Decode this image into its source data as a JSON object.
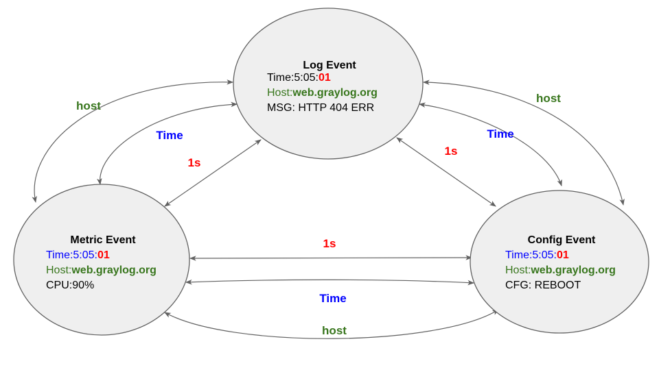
{
  "diagram": {
    "title_hint": "event-correlation-diagram",
    "colors": {
      "background": "#ffffff",
      "node_fill": "#efefef",
      "node_stroke": "#616161",
      "edge": "#616161",
      "host_green": "#38761d",
      "time_blue": "#0000ff",
      "alert_red": "#ff0000",
      "text_black": "#000000"
    },
    "nodes": [
      {
        "id": "log-event",
        "title": "Log Event",
        "time_prefix": "Time:5:05:",
        "time_suffix": "01",
        "time_prefix_color": "#000000",
        "host_prefix": "Host:",
        "host_value": "web.graylog.org",
        "detail": "MSG: HTTP 404 ERR"
      },
      {
        "id": "metric-event",
        "title": "Metric Event",
        "time_prefix": "Time:5:05:",
        "time_suffix": "01",
        "time_prefix_color": "#0000ff",
        "host_prefix": "Host:",
        "host_value": "web.graylog.org",
        "detail": "CPU:90%"
      },
      {
        "id": "config-event",
        "title": "Config Event",
        "time_prefix": "Time:5:05:",
        "time_suffix": "01",
        "time_prefix_color": "#0000ff",
        "host_prefix": "Host:",
        "host_value": "web.graylog.org",
        "detail": "CFG: REBOOT"
      }
    ],
    "edges": [
      {
        "from": "metric-event",
        "to": "log-event",
        "label": "host"
      },
      {
        "from": "metric-event",
        "to": "log-event",
        "label": "Time"
      },
      {
        "from": "metric-event",
        "to": "log-event",
        "label": "1s"
      },
      {
        "from": "log-event",
        "to": "config-event",
        "label": "host"
      },
      {
        "from": "log-event",
        "to": "config-event",
        "label": "Time"
      },
      {
        "from": "log-event",
        "to": "config-event",
        "label": "1s"
      },
      {
        "from": "metric-event",
        "to": "config-event",
        "label": "1s"
      },
      {
        "from": "metric-event",
        "to": "config-event",
        "label": "Time"
      },
      {
        "from": "metric-event",
        "to": "config-event",
        "label": "host"
      }
    ]
  }
}
